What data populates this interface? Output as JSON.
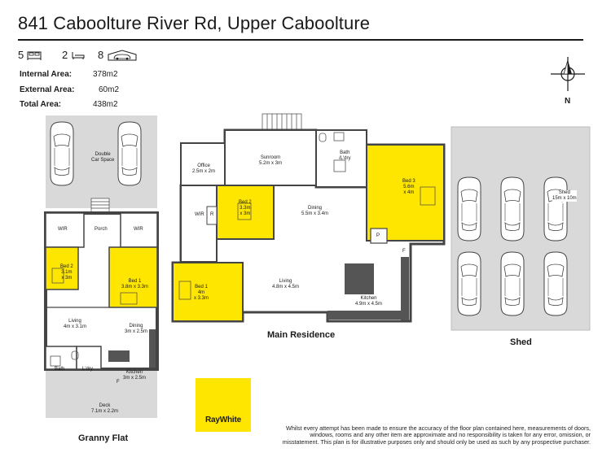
{
  "title": "841 Caboolture River Rd, Upper Caboolture",
  "stats": {
    "bedrooms": "5",
    "bedroom_icon": "bed-icon",
    "bathrooms": "2",
    "bathroom_icon": "bath-icon",
    "parking": "8",
    "parking_icon": "car-icon"
  },
  "areas": {
    "internal_label": "Internal Area:",
    "internal_value": "378m2",
    "external_label": "External Area:",
    "external_value": "60m2",
    "total_label": "Total Area:",
    "total_value": "438m2"
  },
  "compass": {
    "label": "N",
    "icon": "north-arrow-icon"
  },
  "colors": {
    "bedroom_fill": "#ffe600",
    "wall": "#444444",
    "outdoor": "#d9d9d9",
    "counter": "#555555"
  },
  "granny_flat": {
    "label": "Granny Flat",
    "rooms": {
      "double_car": "Double\nCar Space",
      "wir_left": "WIR",
      "porch": "Porch",
      "wir_right": "WIR",
      "bed2": "Bed 2\n3.1m\nx 3m",
      "bed1": "Bed 1\n3.8m x 3.3m",
      "living": "Living\n4m x 3.1m",
      "dining": "Dining\n3m x 2.5m",
      "bath": "Bath",
      "ldry": "L'dry",
      "kitchen": "Kitchen\n3m x 2.5m",
      "f": "F",
      "deck": "Deck\n7.1m x 2.2m"
    }
  },
  "main_residence": {
    "label": "Main Residence",
    "rooms": {
      "office": "Office\n2.5m x 2m",
      "sunroom": "Sunroom\n5.2m x 3m",
      "bath": "Bath\n/L'dry",
      "bed3": "Bed 3\n5.6m\nx 4m",
      "bed2": "Bed 2\n3.3m\nx 3m",
      "wir": "WIR",
      "r": "R",
      "dining": "Dining\n5.5m x 3.4m",
      "p": "P",
      "f": "F",
      "living": "Living\n4.8m x 4.5m",
      "bed1": "Bed 1\n4m\nx 3.3m",
      "kitchen": "Kitchen\n4.9m x 4.5m"
    }
  },
  "shed": {
    "label": "Shed",
    "room": "Shed\n15m x 10m"
  },
  "brand": {
    "name": "RayWhite"
  },
  "disclaimer": "Whilst every attempt has been made to ensure the accuracy of the floor plan contained here, measurements of doors, windows, rooms and any other item are approximate and no responsibility is taken for any error, omission, or misstatement. This plan is for illustrative purposes only and should only be used as such by any prospective purchaser."
}
